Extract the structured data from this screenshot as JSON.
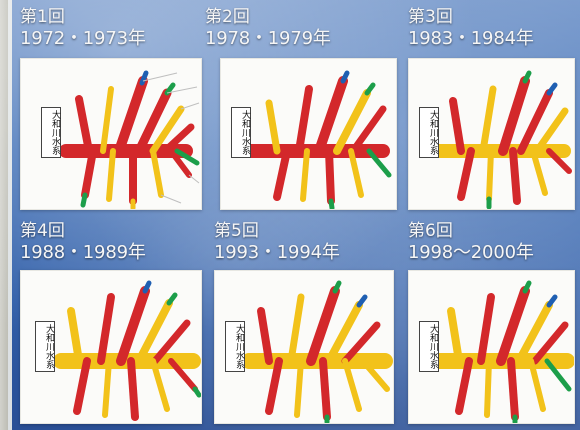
{
  "title_items": [
    {
      "number": "第1回",
      "years": "1972・1973年"
    },
    {
      "number": "第2回",
      "years": "1978・1979年"
    },
    {
      "number": "第3回",
      "years": "1983・1984年"
    },
    {
      "number": "第4回",
      "years": "1988・1989年"
    },
    {
      "number": "第5回",
      "years": "1993・1994年"
    },
    {
      "number": "第6回",
      "years": "1998～2000年"
    }
  ],
  "river_name": "大和川水系",
  "colors": {
    "red": "#d3282b",
    "yellow": "#f2c21a",
    "green": "#1c9e4a",
    "blue": "#1f5fb2",
    "background": "#2e5ea8"
  }
}
